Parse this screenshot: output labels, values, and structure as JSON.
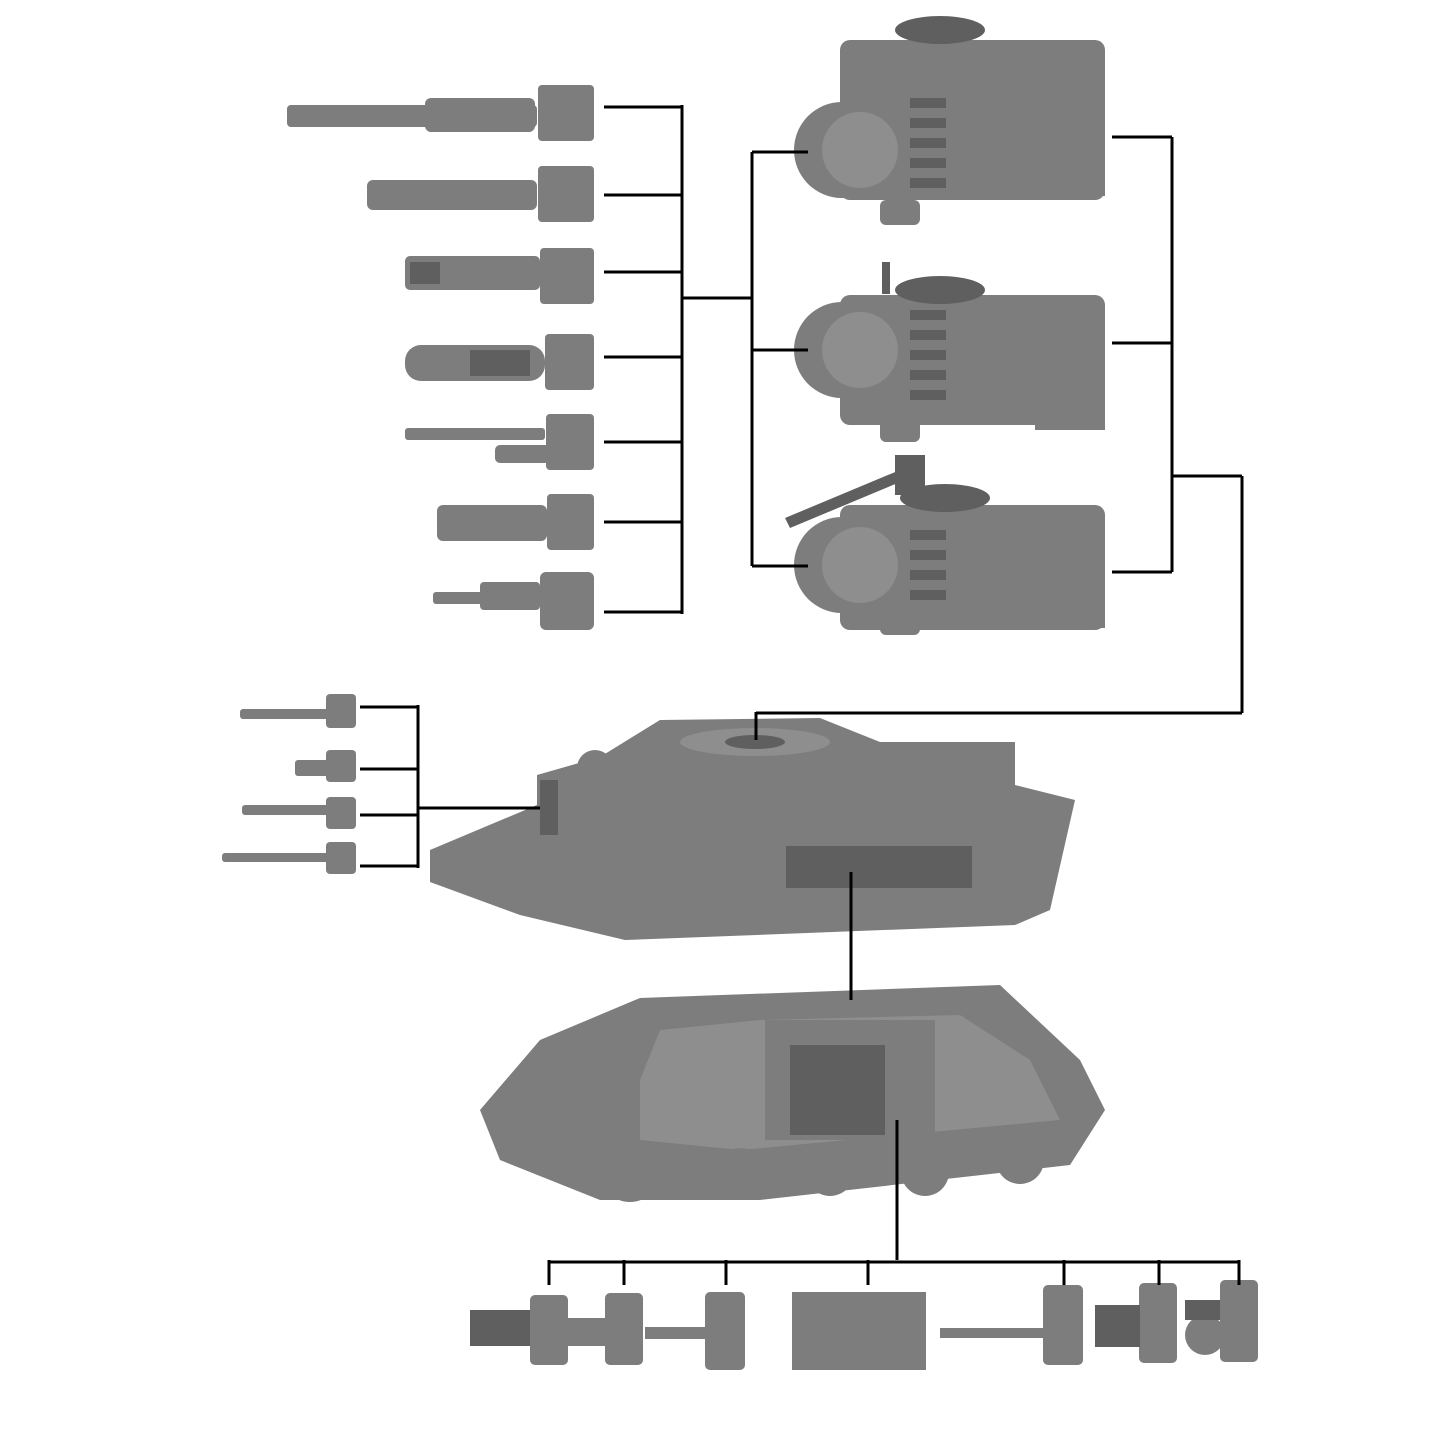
{
  "colors": {
    "background": "#ffffff",
    "part": "#7d7d7d",
    "part_shadow": "#5f5f5f",
    "connector": "#000000"
  },
  "parts": {
    "main_weapons_count": 7,
    "turret_variants_count": 3,
    "sponson_weapons_count": 4,
    "hull_weapon_options_count": 7
  }
}
